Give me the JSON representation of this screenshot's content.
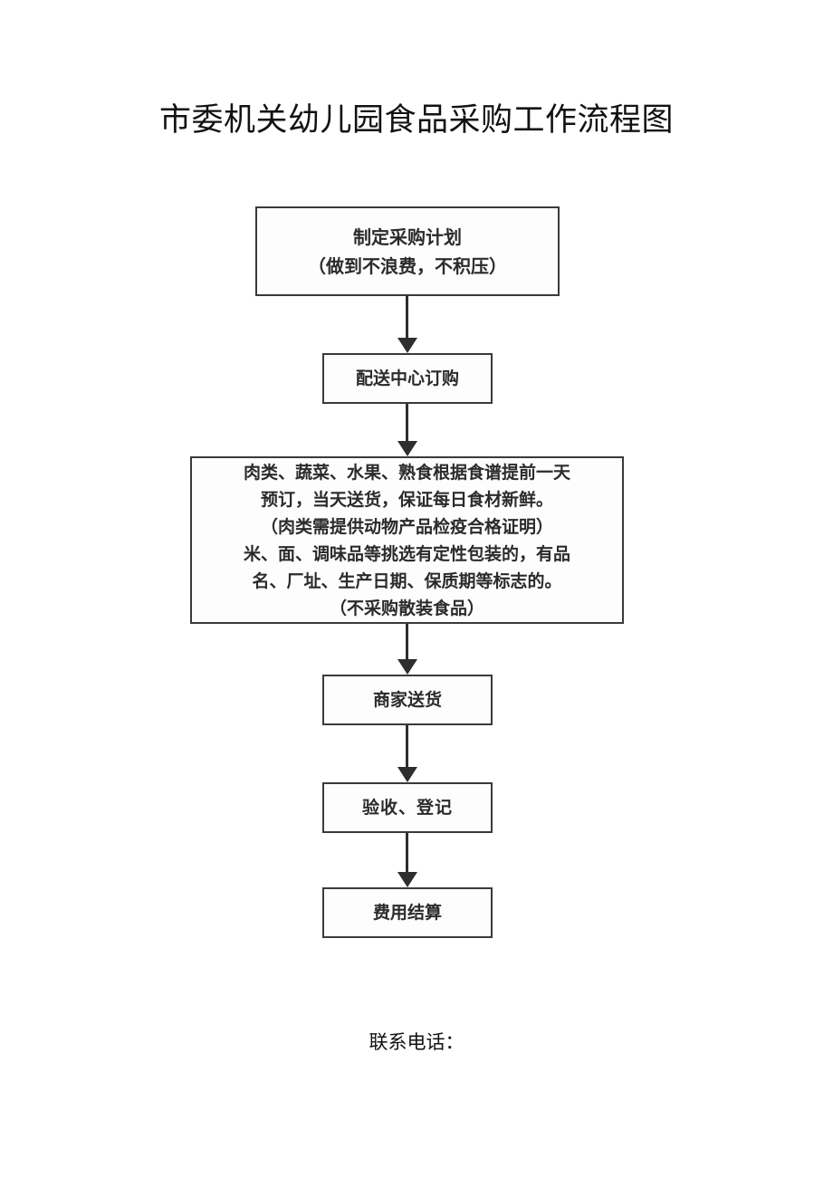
{
  "document": {
    "title": "市委机关幼儿园食品采购工作流程图",
    "footer_label": "联系电话："
  },
  "theme": {
    "page_background": "#ffffff",
    "box_border": "#3a3a3a",
    "box_fill": "#fdfdfd",
    "text_color": "#2b2b2b",
    "arrow_color": "#2e2e2e"
  },
  "chart_data": {
    "type": "diagram",
    "title": "市委机关幼儿园食品采购工作流程图",
    "orientation": "top-to-bottom",
    "nodes": [
      {
        "id": "n1",
        "order": 1,
        "shape": "rectangle",
        "text": "制定采购计划\n（做到不浪费，不积压）",
        "lines": [
          "制定采购计划",
          "（做到不浪费，不积压）"
        ]
      },
      {
        "id": "n2",
        "order": 2,
        "shape": "rectangle",
        "text": "配送中心订购",
        "lines": [
          "配送中心订购"
        ]
      },
      {
        "id": "n3",
        "order": 3,
        "shape": "rectangle",
        "text": "肉类、蔬菜、水果、熟食根据食谱提前一天预订，当天送货，保证每日食材新鲜。（肉类需提供动物产品检疫合格证明）米、面、调味品等挑选有定性包装的，有品名、厂址、生产日期、保质期等标志的。（不采购散装食品）",
        "lines": [
          "肉类、蔬菜、水果、熟食根据食谱提前一天",
          "预订，当天送货，保证每日食材新鲜。",
          "（肉类需提供动物产品检疫合格证明）",
          "米、面、调味品等挑选有定性包装的，有品",
          "名、厂址、生产日期、保质期等标志的。",
          "（不采购散装食品）"
        ]
      },
      {
        "id": "n4",
        "order": 4,
        "shape": "rectangle",
        "text": "商家送货",
        "lines": [
          "商家送货"
        ]
      },
      {
        "id": "n5",
        "order": 5,
        "shape": "rectangle",
        "text": "验收、登记",
        "lines": [
          "验收、登记"
        ]
      },
      {
        "id": "n6",
        "order": 6,
        "shape": "rectangle",
        "text": "费用结算",
        "lines": [
          "费用结算"
        ]
      }
    ],
    "edges": [
      {
        "from": "n1",
        "to": "n2",
        "style": "solid-arrow",
        "label": ""
      },
      {
        "from": "n2",
        "to": "n3",
        "style": "solid-arrow",
        "label": ""
      },
      {
        "from": "n3",
        "to": "n4",
        "style": "solid-arrow",
        "label": ""
      },
      {
        "from": "n4",
        "to": "n5",
        "style": "solid-arrow",
        "label": ""
      },
      {
        "from": "n5",
        "to": "n6",
        "style": "solid-arrow",
        "label": ""
      }
    ]
  }
}
